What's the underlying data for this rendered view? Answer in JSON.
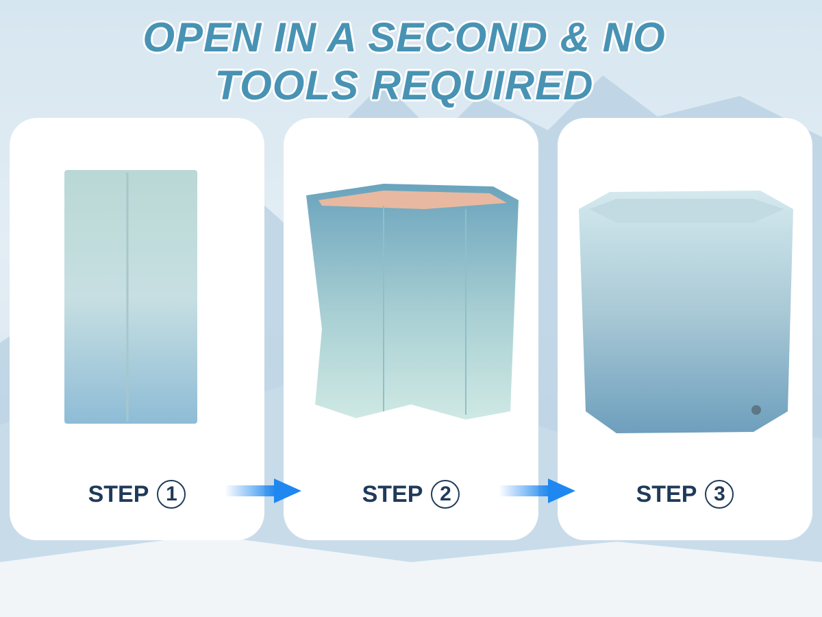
{
  "headline": {
    "line1": "OPEN IN A SECOND & NO",
    "line2": "TOOLS REQUIRED"
  },
  "steps": [
    {
      "label": "STEP",
      "number": "1",
      "image": "folded-ice-bath-bag"
    },
    {
      "label": "STEP",
      "number": "2",
      "image": "half-open-star-tub"
    },
    {
      "label": "STEP",
      "number": "3",
      "image": "fully-open-octagonal-tub"
    }
  ],
  "colors": {
    "headline": "#4893b4",
    "step_text": "#1f3a5a",
    "arrow": "#1e88f0",
    "card": "#ffffff"
  }
}
